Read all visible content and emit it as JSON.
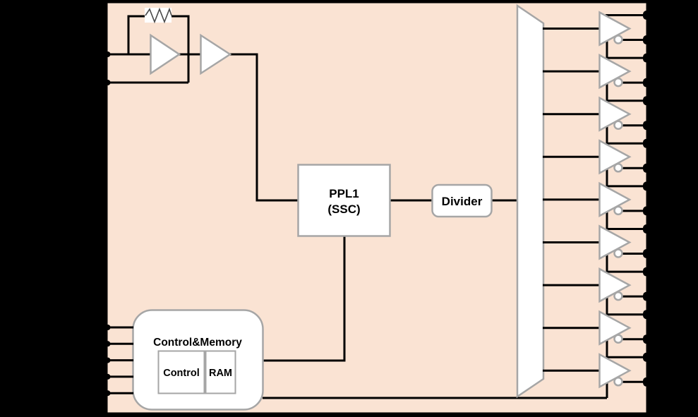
{
  "diagram": {
    "type": "block-diagram",
    "description": "Clock generator chip block diagram",
    "colors": {
      "canvas_background": "#000000",
      "chip_fill": "#FAE3D3",
      "chip_border": "#000000",
      "block_fill": "#FFFFFF",
      "block_border": "#A6A6A6",
      "wire": "#000000",
      "resistor_stroke": "#4A4A4A"
    },
    "oscillator": {
      "amplifier_count": 2,
      "resistor_symbol": "zigzag-feedback-resistor",
      "input_pin_count": 2
    },
    "pll": {
      "line1": "PPL1",
      "line2": "(SSC)"
    },
    "divider": {
      "label": "Divider"
    },
    "control_memory": {
      "title": "Control&Memory",
      "control_label": "Control",
      "ram_label": "RAM",
      "input_pin_count": 5
    },
    "output_stage": {
      "buffer_count": 9,
      "outputs_per_buffer": 2,
      "total_output_pins": 18
    }
  }
}
